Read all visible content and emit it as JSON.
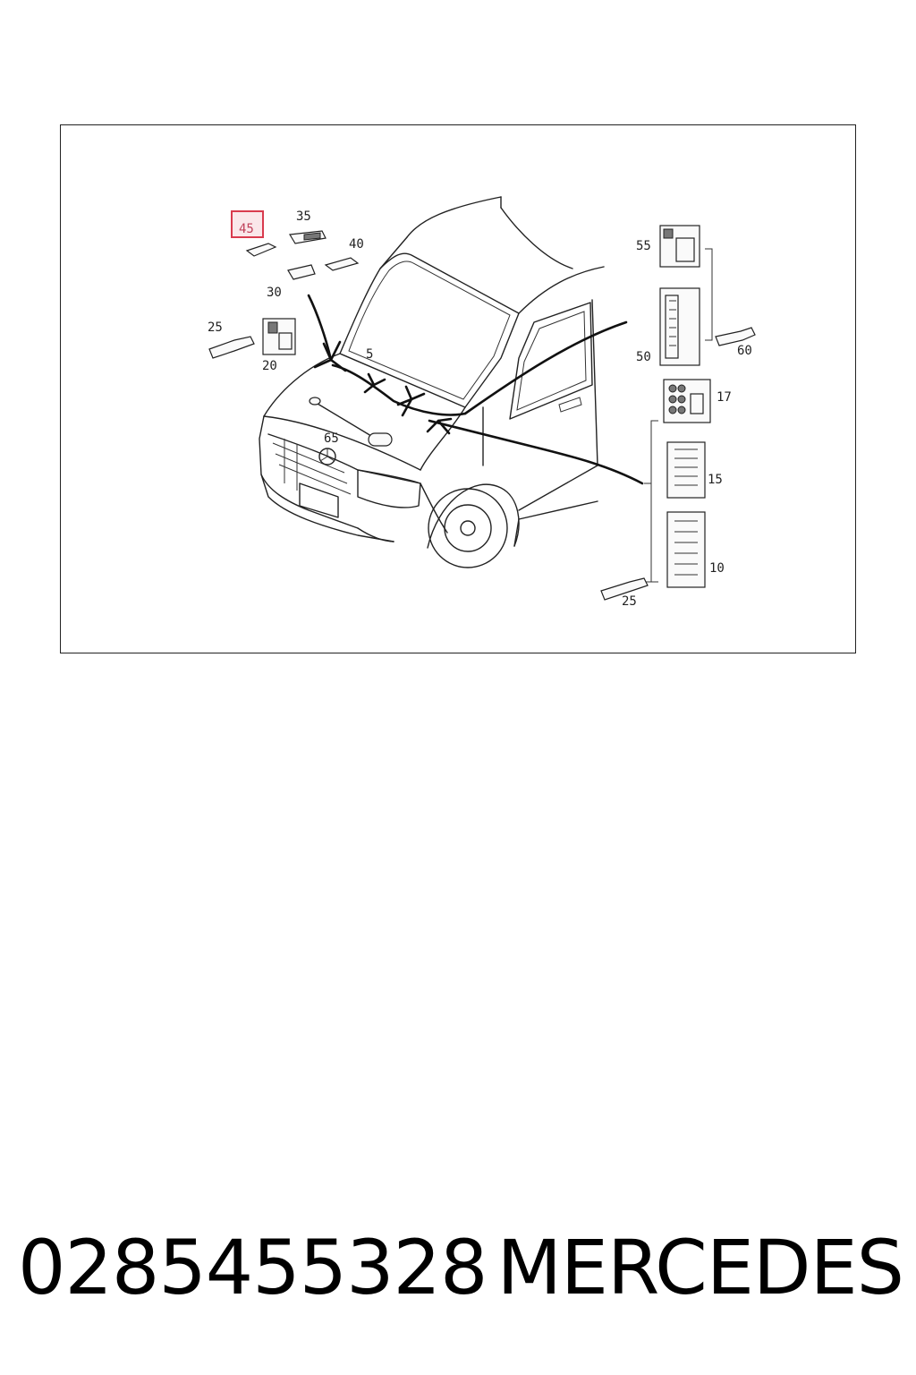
{
  "diagram": {
    "callouts": {
      "c45": "45",
      "c35": "35",
      "c40": "40",
      "c30": "30",
      "c25a": "25",
      "c20": "20",
      "c5": "5",
      "c65": "65",
      "c55": "55",
      "c50": "50",
      "c60": "60",
      "c17": "17",
      "c15": "15",
      "c10": "10",
      "c25b": "25"
    },
    "highlighted_callout": "45",
    "highlight_color": "#d93b4e"
  },
  "caption": {
    "part_number": "0285455328",
    "brand": "MERCEDES"
  }
}
